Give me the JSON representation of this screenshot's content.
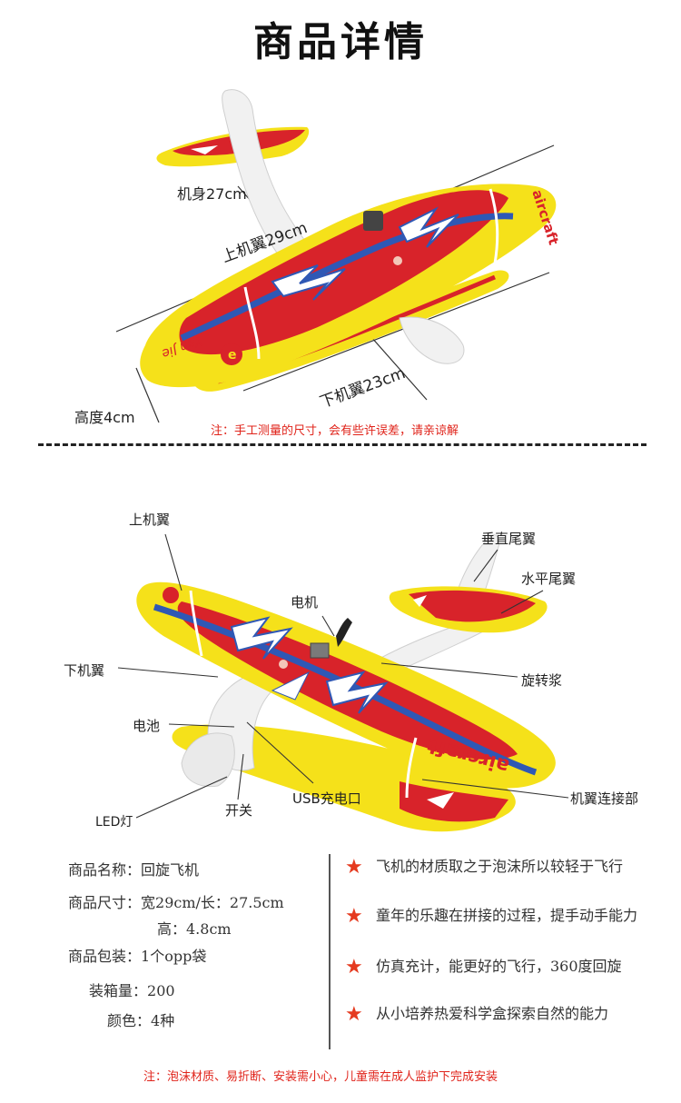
{
  "page_title": "商品详情",
  "top_section": {
    "labels": {
      "fuselage": "机身27cm",
      "upper_wing": "上机翼29cm",
      "lower_wing": "下机翼23cm",
      "height": "高度4cm"
    },
    "decals": {
      "aircraft": "aircraft",
      "yanjie": "Yan Jie"
    },
    "note": "注：手工测量的尺寸，会有些许误差，请亲谅解"
  },
  "parts_section": {
    "labels": {
      "upper_wing": "上机翼",
      "vertical_tail": "垂直尾翼",
      "horizontal_tail": "水平尾翼",
      "motor": "电机",
      "lower_wing": "下机翼",
      "propeller": "旋转浆",
      "battery": "电池",
      "usb_port": "USB充电口",
      "wing_connector": "机翼连接部",
      "led": "LED灯",
      "switch": "开关"
    },
    "decals": {
      "aircraft": "aircraft"
    }
  },
  "specs": [
    {
      "label": "商品名称：",
      "value": "回旋飞机"
    },
    {
      "label": "商品尺寸：",
      "value": "宽29cm/长：27.5cm"
    },
    {
      "label": "",
      "value": "高：4.8cm"
    },
    {
      "label": "商品包装：",
      "value": "1个opp袋"
    },
    {
      "label": "装箱量：",
      "value": "200"
    },
    {
      "label": "颜色：",
      "value": "4种"
    }
  ],
  "features": [
    "飞机的材质取之于泡沫所以较轻于飞行",
    "童年的乐趣在拼接的过程，提手动手能力",
    "仿真充计，能更好的飞行，360度回旋",
    "从小培养热爱科学盒探索自然的能力"
  ],
  "bottom_note": "注：泡沫材质、易折断、安装需小心，儿童需在成人监护下完成安装",
  "colors": {
    "red": "#d8232a",
    "yellow": "#f5e11a",
    "blue": "#2f58b5",
    "note_red": "#e0241b",
    "star": "#e53a1f"
  }
}
